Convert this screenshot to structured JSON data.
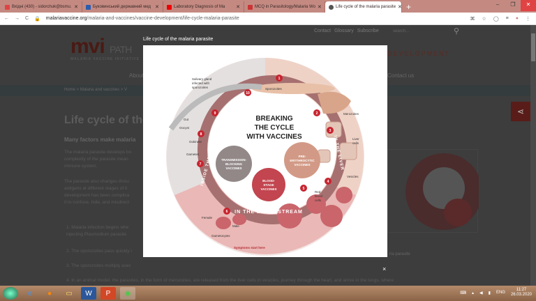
{
  "browser": {
    "tabs": [
      {
        "label": "Вхідні (430) - sidorchuk@bsmu.",
        "color": "#d44"
      },
      {
        "label": "Буковинський державний мед",
        "color": "#2a5db0"
      },
      {
        "label": "Laboratory Diagnosis of Ma",
        "color": "#e00"
      },
      {
        "label": "MCQ in Parasitology/Malaria Wo",
        "color": "#c33"
      },
      {
        "label": "Life cycle of the malaria parasite",
        "color": "#555"
      }
    ],
    "new_tab": "+",
    "url_domain": "malariavaccine.org",
    "url_path": "/malaria-and-vaccines/vaccine-development/life-cycle-malaria-parasite"
  },
  "site": {
    "header_links": [
      "Contact",
      "Glossary",
      "Subscribe"
    ],
    "search_placeholder": "search...",
    "logo": "mvi",
    "logo_partner": "PATH",
    "tagline": "MALARIA VACCINE INITIATIVE",
    "section": "DEVELOPMENT",
    "nav_about": "About",
    "nav_right": "Contact us",
    "breadcrumb": "Home  >  Malaria and vaccines  >  V",
    "heading": "Life cycle of the",
    "subheading": "Many factors make malaria",
    "paragraphs": [
      [
        "The malaria parasite develops bo",
        "complexity of the parasite mean",
        "immune system."
      ],
      [
        "The parasite also changes throu",
        "antigens at different stages of it",
        "development has been complica",
        "it to confuse, hide, and misdirect"
      ]
    ],
    "list": [
      "1. Malaria infection begins whe",
      "    injecting Plasmodium parasite",
      "2. The sporozoites pass quickly i",
      "3. The sporozoites multiply asex",
      "4. In an animal model, the parasites, in the form of merozoites, are released from the liver cells in vesicles, journey through the heart, and arrive in the lungs, where"
    ],
    "thumb_caption": "ria parasite"
  },
  "modal": {
    "title": "Life cycle of the malaria parasite",
    "close": "×",
    "diagram": {
      "center": [
        "BREAKING",
        "THE CYCLE",
        "WITH VACCINES"
      ],
      "ring_labels": {
        "mosquito": "INSIDE THE MOSQUITO",
        "liver": "IN THE LIVER",
        "blood": "IN THE BLOODSTREAM"
      },
      "vaccines": {
        "transmission": [
          "TRANSMISSION-",
          "BLOCKING",
          "VACCINES"
        ],
        "pre": [
          "PRE-",
          "ERYTHROCYTIC",
          "VACCINES"
        ],
        "blood": [
          "BLOOD-",
          "STAGE",
          "VACCINES"
        ]
      },
      "labels": {
        "salivary": [
          "Salivary gland",
          "infected with",
          "sporozoites"
        ],
        "sporozoites": "Sporozoites",
        "merozoites": "Merozoites",
        "liver_cells": [
          "Liver",
          "cells"
        ],
        "vesicles": "Vesicles",
        "rbc": [
          "Red",
          "blood",
          "cells"
        ],
        "female": "Female",
        "male": "Male",
        "gametocytes": "Gametocytes",
        "gut": "Gut",
        "oocyst": "Oocyst",
        "ookinete": "Ookinete",
        "gametes": "Gametes",
        "symptoms": "Symptoms start here"
      },
      "steps": [
        "1",
        "2",
        "3",
        "4",
        "5",
        "6",
        "7",
        "8",
        "9",
        "10"
      ]
    }
  },
  "taskbar": {
    "lang": "ENG",
    "time": "11:27",
    "date": "26.03.2020"
  }
}
